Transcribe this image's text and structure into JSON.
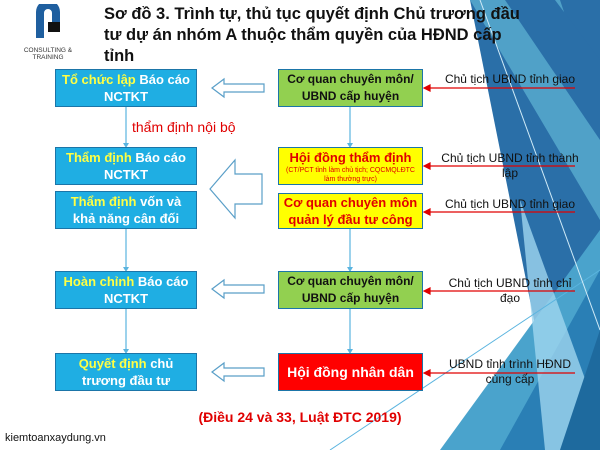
{
  "logo": {
    "caption": "CONSULTING & TRAINING"
  },
  "title": "Sơ đồ 3. Trình tự, thủ tục quyết định Chủ trương đầu tư dự án nhóm A thuộc thẩm quyền của HĐND cấp tỉnh",
  "left_steps": [
    {
      "highlight": "Tổ chức lập",
      "rest": " Báo cáo NCTKT"
    },
    {
      "highlight": "Thẩm định",
      "rest": " Báo cáo NCTKT"
    },
    {
      "highlight": "Thẩm định",
      "rest": " vốn và khả năng cân đối"
    },
    {
      "highlight": "Hoàn chỉnh",
      "rest": " Báo cáo NCTKT"
    },
    {
      "highlight": "Quyết định",
      "rest": " chủ trương  đầu tư"
    }
  ],
  "internal_note": "thẩm định nội bộ",
  "right_boxes": [
    {
      "label": "Cơ quan chuyên môn/ UBND  cấp huyện"
    },
    {
      "label": "Hội đồng thẩm định",
      "sub": "(CT/PCT tỉnh làm chủ tịch; CQCMQLĐTC làm thường trực)"
    },
    {
      "label": "Cơ quan chuyên môn quản lý đầu tư công"
    },
    {
      "label": "Cơ quan chuyên môn/ UBND  cấp huyện"
    },
    {
      "label": "Hội đồng nhân dân"
    }
  ],
  "side_labels": [
    "Chủ tịch UBND tỉnh giao",
    "Chủ tịch UBND tỉnh thành lập",
    "Chủ tịch UBND tỉnh giao",
    "Chủ tịch UBND tỉnh chỉ đạo",
    "UBND tỉnh trình HĐND cùng cấp"
  ],
  "footer": "(Điều 24 và 33, Luật ĐTC 2019)",
  "website": "kiemtoanxaydung.vn",
  "colors": {
    "left_box": "#1faee3",
    "green": "#92d050",
    "yellow": "#ffff00",
    "red": "#ff0000",
    "accent_text": "#e00000"
  }
}
